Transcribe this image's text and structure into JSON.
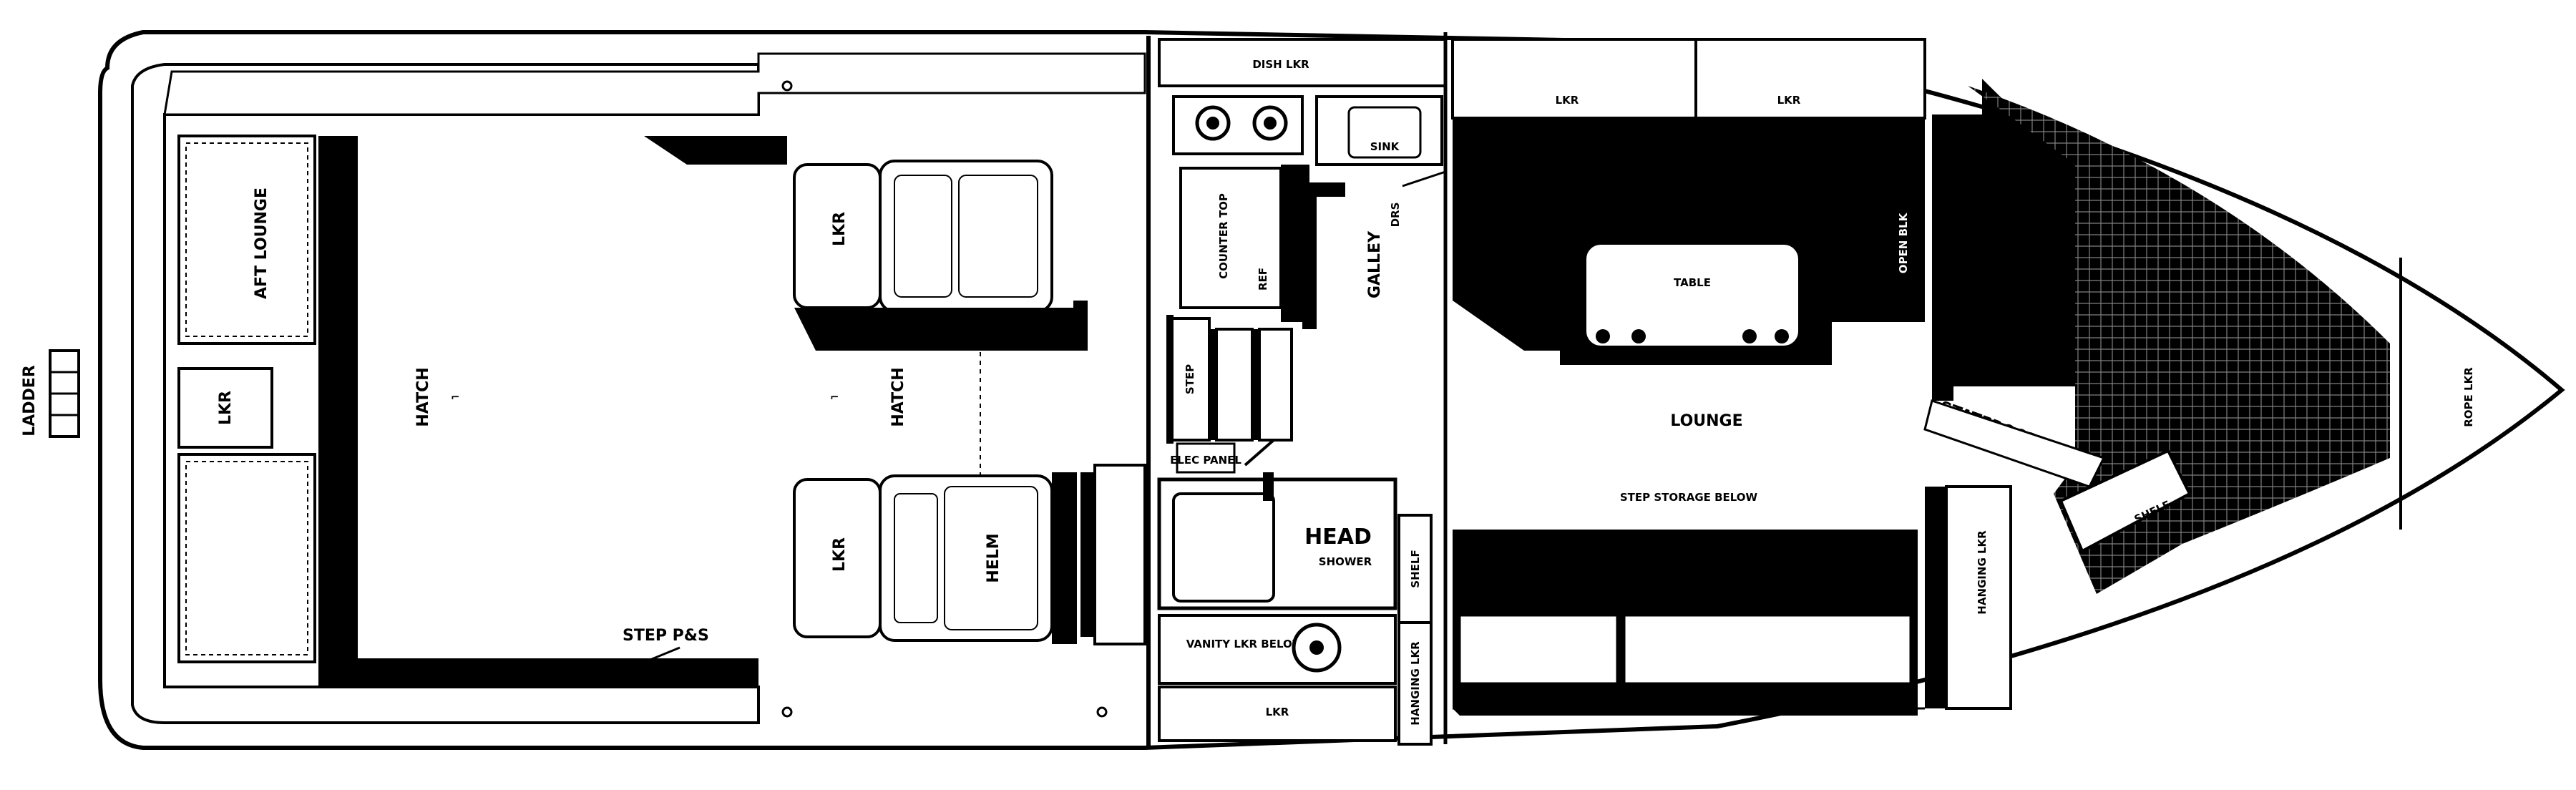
{
  "labels": {
    "ladder": "LADDER",
    "aft_lounge": "AFT LOUNGE",
    "lkr": "LKR",
    "hatch": "HATCH",
    "helm": "HELM",
    "step_ps": "STEP P&S",
    "dish_lkr": "DISH LKR",
    "sink": "SINK",
    "counter_top": "COUNTER TOP",
    "ref": "REF",
    "galley": "GALLEY",
    "drs": "DRS",
    "step": "STEP",
    "elec_panel": "ELEC PANEL",
    "head": "HEAD",
    "shower": "SHOWER",
    "vanity_lkr_below": "VANITY LKR BELOW",
    "shelf": "SHELF",
    "hanging_lkr": "HANGING LKR",
    "table": "TABLE",
    "lounge": "LOUNGE",
    "step_storage": "STEP STORAGE BELOW",
    "stateroom": "STATEROOM",
    "open_blk": "OPEN BLK",
    "rope_lkr": "ROPE LKR"
  }
}
